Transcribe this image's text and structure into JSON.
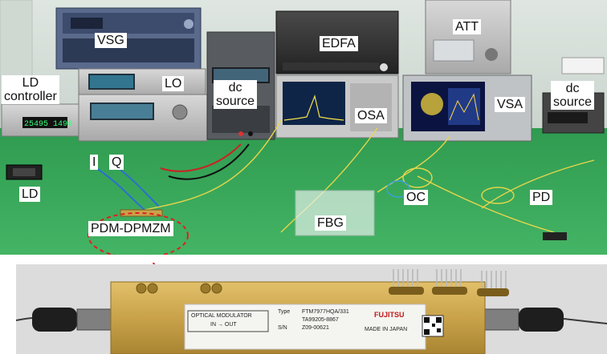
{
  "photo": {
    "callouts": {
      "vsg": "VSG",
      "edfa": "EDFA",
      "att": "ATT",
      "ld_controller": "LD\ncontroller",
      "lo": "LO",
      "dc_source_left": "dc\nsource",
      "osa": "OSA",
      "vsa": "VSA",
      "dc_source_right": "dc\nsource",
      "i_port": "I",
      "q_port": "Q",
      "ld": "LD",
      "fbg": "FBG",
      "oc": "OC",
      "pd": "PD",
      "pdm_dpmzm": "PDM-DPMZM"
    },
    "modulator_label": {
      "title_line1": "OPTICAL MODULATOR",
      "title_line2": "IN → OUT",
      "type_key": "Type",
      "type_value": "FTM7977HQA/331",
      "type_value2": "TA99205-8867",
      "sn_key": "S/N",
      "sn_value": "Z09-00621",
      "brand": "FUJITSU",
      "made_in": "MADE IN JAPAN"
    },
    "colors": {
      "table_green": "#38a85a",
      "modulator_gold": "#c9a24a",
      "callout_red": "#e02020"
    }
  }
}
